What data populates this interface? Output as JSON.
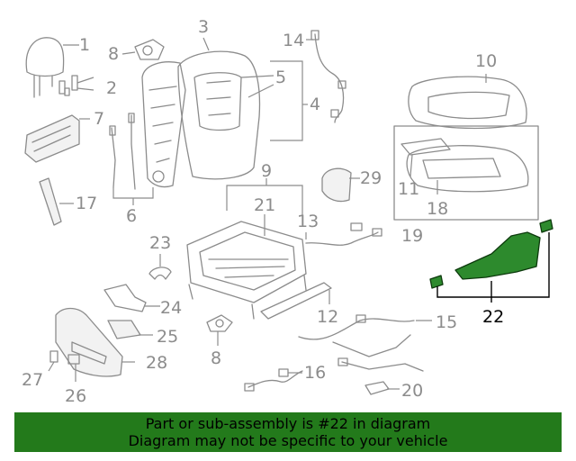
{
  "diagram": {
    "callouts": {
      "c1": "1",
      "c2": "2",
      "c3": "3",
      "c4": "4",
      "c5": "5",
      "c6": "6",
      "c7": "7",
      "c8a": "8",
      "c8b": "8",
      "c9": "9",
      "c10": "10",
      "c11": "11",
      "c12": "12",
      "c13": "13",
      "c14": "14",
      "c15": "15",
      "c16": "16",
      "c17": "17",
      "c18": "18",
      "c19": "19",
      "c20": "20",
      "c21": "21",
      "c22": "22",
      "c23": "23",
      "c24": "24",
      "c25": "25",
      "c26": "26",
      "c27": "27",
      "c28": "28",
      "c29": "29"
    },
    "highlight_color": "#2d8a2d"
  },
  "banner": {
    "line1": "Part or sub-assembly is #22 in diagram",
    "line2": "Diagram may not be specific to your vehicle",
    "background": "#237a1b"
  }
}
